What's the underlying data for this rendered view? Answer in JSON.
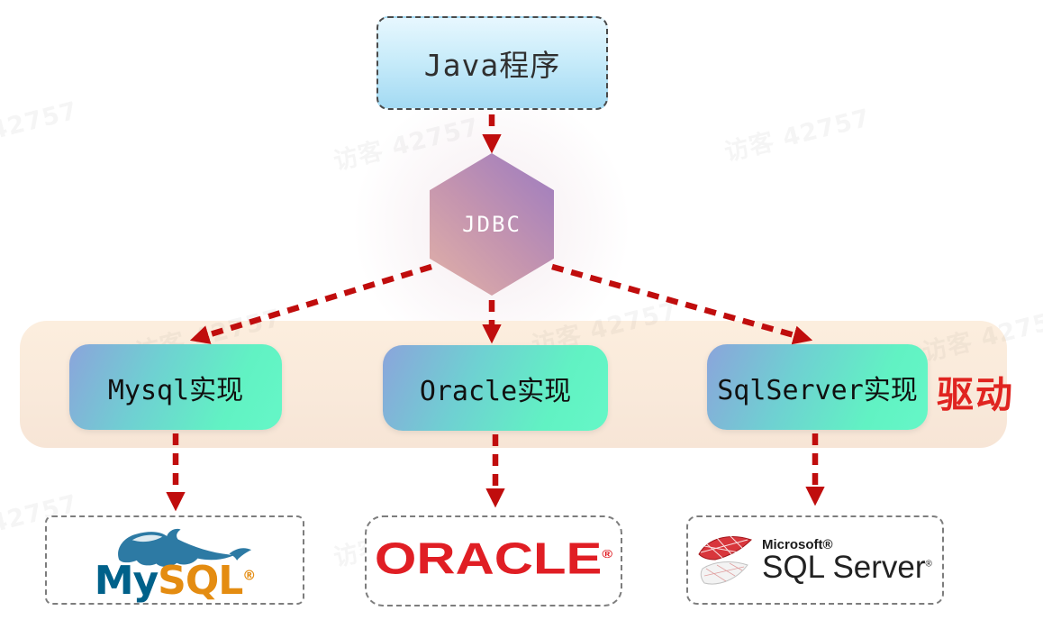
{
  "watermark": {
    "text": "访客 42757"
  },
  "java_box": {
    "label": "Java程序"
  },
  "jdbc": {
    "label": "JDBC"
  },
  "driver_band": {
    "label": "驱动",
    "implementations": [
      {
        "label": "Mysql实现"
      },
      {
        "label": "Oracle实现"
      },
      {
        "label": "SqlServer实现"
      }
    ]
  },
  "databases": {
    "mysql": {
      "text_my": "My",
      "text_sql": "SQL",
      "reg": "®"
    },
    "oracle": {
      "text": "ORACLE",
      "reg": "®"
    },
    "sqlserver": {
      "microsoft": "Microsoft®",
      "text": "SQL Server",
      "reg": "®"
    }
  },
  "colors": {
    "arrow_red": "#c00d0d",
    "driver_label_red": "#e02420",
    "java_box_blue_top": "#e7f7fe",
    "java_box_blue_bottom": "#a3daf3",
    "hexagon_purple": "#9b7bc1",
    "hexagon_pink": "#e2b2a7",
    "band_peach": "#fceede",
    "impl_gradient_blue": "#8ba4db",
    "impl_gradient_mint": "#61f2c3",
    "mysql_blue": "#00618a",
    "mysql_orange": "#e48c11",
    "oracle_red": "#e01e24",
    "sqlserver_red": "#cc2229"
  }
}
